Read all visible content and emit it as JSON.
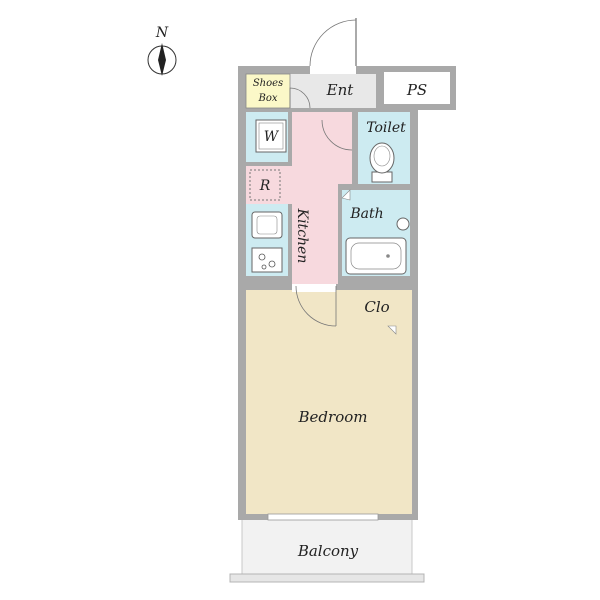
{
  "compass": {
    "letter": "N"
  },
  "rooms": {
    "shoes_box_line1": "Shoes",
    "shoes_box_line2": "Box",
    "entrance": "Ent",
    "pipe_space": "PS",
    "washer": "W",
    "toilet": "Toilet",
    "refrigerator": "R",
    "kitchen": "Kitchen",
    "bath": "Bath",
    "closet": "Clo",
    "bedroom": "Bedroom",
    "balcony": "Balcony"
  },
  "colors": {
    "wall": "#a9a9a9",
    "kitchen_floor": "#f7d9de",
    "wet_area": "#cdebf1",
    "storage": "#fbf8c8",
    "bedroom_floor": "#f1e6c6",
    "entrance_floor": "#e8e8e8",
    "balcony_floor": "#f2f2f2"
  }
}
